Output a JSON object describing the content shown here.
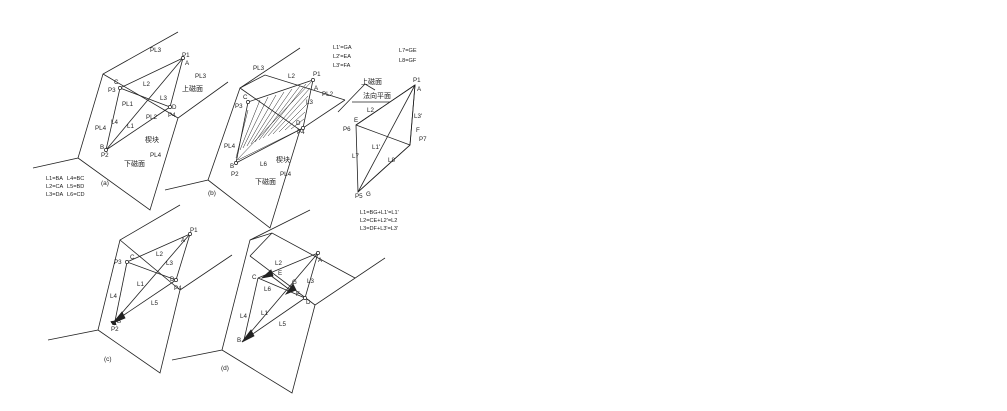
{
  "panels": {
    "a": {
      "caption": "(a)",
      "labels": {
        "pl3_top": "PL3",
        "pl3_right": "PL3",
        "p1": "P1",
        "a": "A",
        "c": "C",
        "p3": "P3",
        "l2": "L2",
        "upper_face": "上磁面",
        "pl1": "PL1",
        "l3": "L3",
        "d": "D",
        "p4": "P4",
        "pl4_left": "PL4",
        "l4": "L4",
        "l1": "L1",
        "pl2": "PL2",
        "b": "B",
        "p2": "P2",
        "wedge": "楔块",
        "pl4_right": "PL4",
        "lower_face": "下磁面"
      },
      "legend": [
        "L1=BA",
        "L4=BC",
        "L2=CA",
        "L5=BD",
        "L3=DA",
        "L6=CD"
      ]
    },
    "b": {
      "caption": "(b)",
      "labels": {
        "pl3": "PL3",
        "l2": "L2",
        "p1": "P1",
        "c": "C",
        "p3": "P3",
        "a": "A",
        "l3": "L3",
        "pl2": "PL2",
        "d": "D",
        "p4": "P4",
        "pl4": "PL4",
        "b": "B",
        "p2": "P2",
        "l6": "L6",
        "wedge": "楔块",
        "pl4_bottom": "PL4",
        "lower_face": "下磁面"
      }
    },
    "force": {
      "legend_top_left": [
        "L1'=GA",
        "L2'=EA",
        "L3'=FA"
      ],
      "legend_top_right": [
        "L7=GE",
        "L8=GF"
      ],
      "labels": {
        "upper_face": "上磁面",
        "normal": "法向平面",
        "p1": "P1",
        "a": "A",
        "l2": "L2",
        "e": "E",
        "p6": "P6",
        "l3p": "L3'",
        "f": "F",
        "p7": "P7",
        "l1p": "L1'",
        "l7": "L7",
        "l8": "L8",
        "p5": "P5",
        "g": "G"
      },
      "legend_bottom": [
        "L1=BG+L1'=L1'",
        "L2=CE+L2'=L2",
        "L3=DF+L3'=L3'"
      ]
    },
    "c": {
      "caption": "(c)",
      "labels": {
        "p1": "P1",
        "p3": "P3",
        "c": "C",
        "l2": "L2",
        "a": "A",
        "l3": "L3",
        "d": "D",
        "p4": "P4",
        "l4": "L4",
        "l1": "L1",
        "l5": "L5",
        "b": "B",
        "p2": "P2"
      }
    },
    "d": {
      "caption": "(d)",
      "labels": {
        "l2": "L2",
        "e": "E",
        "a": "A",
        "c": "C",
        "l6": "L6",
        "g": "G",
        "l3": "L3",
        "f": "F",
        "d": "D",
        "l4": "L4",
        "l1": "L1",
        "l5": "L5",
        "b": "B"
      }
    }
  }
}
